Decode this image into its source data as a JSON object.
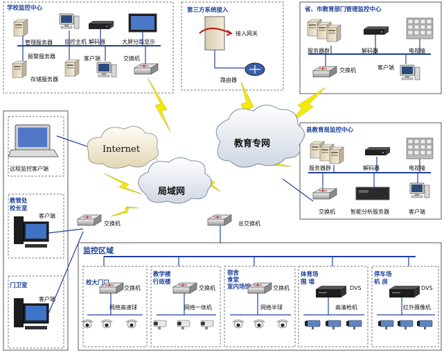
{
  "school_center": {
    "title": "学校监控中心",
    "mgmt_server": "管理服务器",
    "monitor_host": "监控主机",
    "decoder": "解码器",
    "big_screen": "大屏分路显示",
    "alarm_server": "报警服务器",
    "client": "客户端",
    "switch": "交换机",
    "storage_server": "存储服务器"
  },
  "third_party": {
    "title": "第三方系统接入",
    "gateway": "接入网关",
    "router": "路由器"
  },
  "province_center": {
    "title": "省、市教育部门管理监控中心",
    "server_group": "服务器群",
    "decoder": "解码器",
    "tv_wall": "电视墙",
    "switch": "交换机",
    "client": "客户端"
  },
  "county_center": {
    "title": "县教育局监控中心",
    "server_group": "服务器群",
    "decoder": "解码器",
    "tv_wall": "电视墙",
    "switch": "交换机",
    "analysis_server": "智能分析服务器",
    "client": "客户端"
  },
  "clouds": {
    "internet": "Internet",
    "edu_net": "教育专网",
    "lan": "局域网"
  },
  "left_panel": {
    "remote_client": "远程监控客户端",
    "office_line1": "教管处",
    "office_line2": "校长室",
    "client1": "客户端",
    "guard_room": "门卫室",
    "client2": "客户端"
  },
  "switches": {
    "left": "交换机",
    "main": "总交换机"
  },
  "monitor_area": {
    "title": "监控区域",
    "zones": [
      {
        "name": "校大门口",
        "switch": "交换机",
        "device": "网络高速球"
      },
      {
        "name_lines": [
          "教学楼",
          "行政楼"
        ],
        "switch": "交换机",
        "device": "网络一体机"
      },
      {
        "name_lines": [
          "宿舍",
          "食堂",
          "室内场馆"
        ],
        "switch": "交换机",
        "device": "网络半球"
      },
      {
        "name_lines": [
          "体育场",
          "围    墙"
        ],
        "dvs": "DVS",
        "device": "高清枪机"
      },
      {
        "name_lines": [
          "停车场",
          "机    房"
        ],
        "dvs": "DVS",
        "device": "红外摄像机"
      }
    ]
  },
  "colors": {
    "bus": "#1f3fa0",
    "lightning": "#f5ea00",
    "title_blue": "#1b3f9a"
  }
}
